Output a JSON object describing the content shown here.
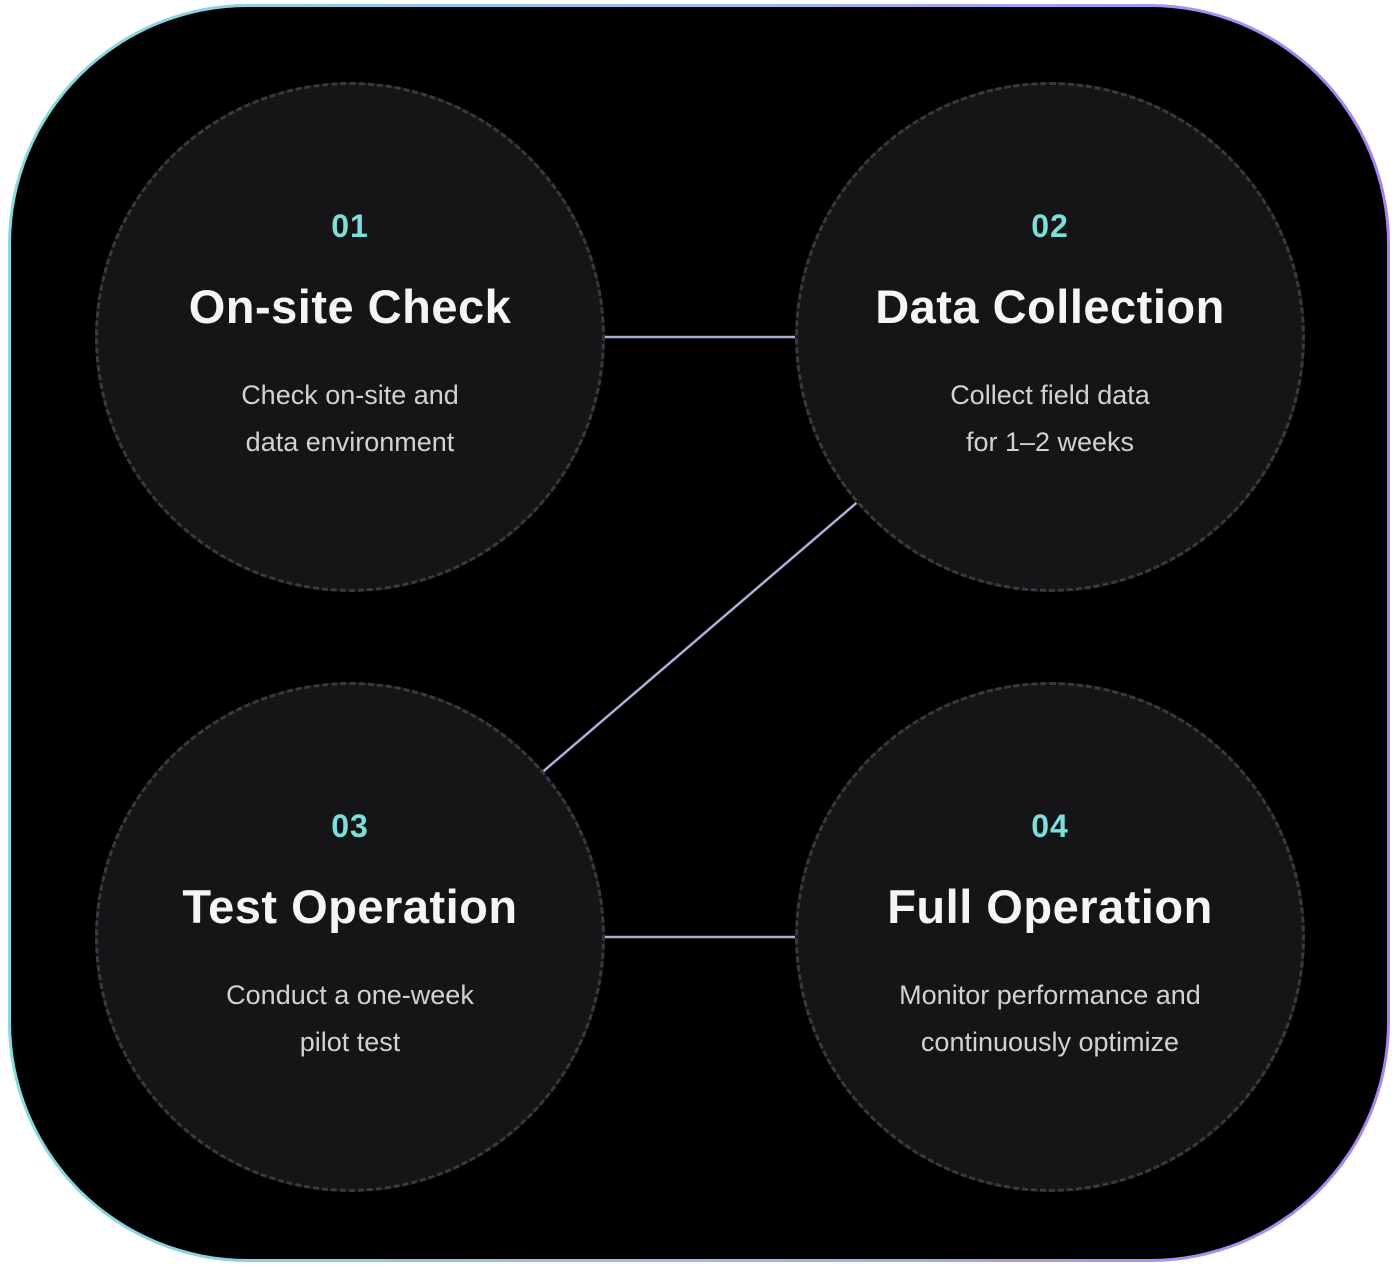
{
  "diagram": {
    "accent_color": "#7be0dc",
    "connector_color": "#a9b2d6",
    "frame_gradient_start": "#86dadd",
    "frame_gradient_end": "#a583f2",
    "circle_background": "#151517",
    "page_background": "#000000"
  },
  "steps": [
    {
      "number": "01",
      "title": "On-site Check",
      "description": "Check on-site and\ndata environment"
    },
    {
      "number": "02",
      "title": "Data Collection",
      "description": "Collect field data\nfor 1–2 weeks"
    },
    {
      "number": "03",
      "title": "Test Operation",
      "description": "Conduct a one-week\npilot test"
    },
    {
      "number": "04",
      "title": "Full Operation",
      "description": "Monitor performance and\ncontinuously optimize"
    }
  ]
}
